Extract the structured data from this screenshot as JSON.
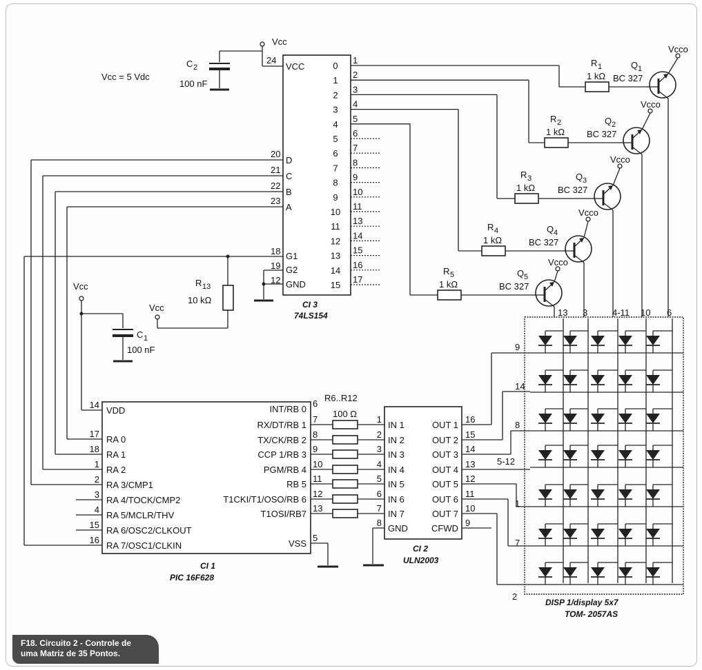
{
  "caption": {
    "line1": "F18. Circuito 2 - Controle de",
    "line2": "uma Matriz de 35 Pontos."
  },
  "power": {
    "vcc": "Vcc",
    "vcc_note": "Vcc = 5 Vdc",
    "vccq": "Vcco"
  },
  "c2": {
    "ref": "C",
    "sub": "2",
    "value": "100 nF"
  },
  "c1": {
    "ref": "C",
    "sub": "1",
    "value": "100 nF"
  },
  "r13": {
    "ref": "R",
    "sub": "13",
    "value": "10 kΩ"
  },
  "ci3": {
    "ref": "CI 3",
    "part": "74LS154",
    "vcc_pin": "24",
    "vcc_label": "VCC",
    "inputs": [
      {
        "pin": "20",
        "name": "D"
      },
      {
        "pin": "21",
        "name": "C"
      },
      {
        "pin": "22",
        "name": "B"
      },
      {
        "pin": "23",
        "name": "A"
      }
    ],
    "controls": [
      {
        "pin": "18",
        "name": "G1"
      },
      {
        "pin": "19",
        "name": "G2"
      },
      {
        "pin": "12",
        "name": "GND"
      }
    ],
    "outputs": [
      {
        "name": "0",
        "pin": "1"
      },
      {
        "name": "1",
        "pin": "2"
      },
      {
        "name": "2",
        "pin": "3"
      },
      {
        "name": "3",
        "pin": "4"
      },
      {
        "name": "4",
        "pin": "5"
      },
      {
        "name": "5",
        "pin": "6"
      },
      {
        "name": "6",
        "pin": "7"
      },
      {
        "name": "7",
        "pin": "8"
      },
      {
        "name": "8",
        "pin": "9"
      },
      {
        "name": "9",
        "pin": "10"
      },
      {
        "name": "10",
        "pin": "11"
      },
      {
        "name": "11",
        "pin": "13"
      },
      {
        "name": "12",
        "pin": "14"
      },
      {
        "name": "13",
        "pin": "15"
      },
      {
        "name": "14",
        "pin": "16"
      },
      {
        "name": "15",
        "pin": "17"
      }
    ]
  },
  "transistors": [
    {
      "r_ref": "R",
      "r_sub": "1",
      "r_val": "1 kΩ",
      "q_ref": "Q",
      "q_sub": "1",
      "part": "BC 327"
    },
    {
      "r_ref": "R",
      "r_sub": "2",
      "r_val": "1 kΩ",
      "q_ref": "Q",
      "q_sub": "2",
      "part": "BC 327"
    },
    {
      "r_ref": "R",
      "r_sub": "3",
      "r_val": "1 kΩ",
      "q_ref": "Q",
      "q_sub": "3",
      "part": "BC 327"
    },
    {
      "r_ref": "R",
      "r_sub": "4",
      "r_val": "1 kΩ",
      "q_ref": "Q",
      "q_sub": "4",
      "part": "BC 327"
    },
    {
      "r_ref": "R",
      "r_sub": "5",
      "r_val": "1 kΩ",
      "q_ref": "Q",
      "q_sub": "5",
      "part": "BC 327"
    }
  ],
  "ci1": {
    "ref": "CI 1",
    "part": "PIC 16F628",
    "left": [
      {
        "pin": "14",
        "name": "VDD"
      },
      {
        "pin": "17",
        "name": "RA 0"
      },
      {
        "pin": "18",
        "name": "RA 1"
      },
      {
        "pin": "1",
        "name": "RA 2"
      },
      {
        "pin": "2",
        "name": "RA 3/CMP1"
      },
      {
        "pin": "3",
        "name": "RA 4/TOCK/CMP2"
      },
      {
        "pin": "4",
        "name": "RA 5/MCLR/THV"
      },
      {
        "pin": "15",
        "name": "RA 6/OSC2/CLKOUT"
      },
      {
        "pin": "16",
        "name": "RA 7/OSC1/CLKIN"
      }
    ],
    "right": [
      {
        "pin": "6",
        "name": "INT/RB 0"
      },
      {
        "pin": "7",
        "name": "RX/DT/RB 1"
      },
      {
        "pin": "8",
        "name": "TX/CK/RB 2"
      },
      {
        "pin": "9",
        "name": "CCP 1/RB 3"
      },
      {
        "pin": "10",
        "name": "PGM/RB 4"
      },
      {
        "pin": "11",
        "name": "RB 5"
      },
      {
        "pin": "12",
        "name": "T1CKI/T1/OSO/RB 6"
      },
      {
        "pin": "13",
        "name": "T1OSI/RB7"
      },
      {
        "pin": "5",
        "name": "VSS"
      }
    ]
  },
  "rnet": {
    "ref": "R6..R12",
    "value": "100 Ω"
  },
  "ci2": {
    "ref": "CI 2",
    "part": "ULN2003",
    "inputs": [
      {
        "pin": "1",
        "name": "IN 1"
      },
      {
        "pin": "2",
        "name": "IN 2"
      },
      {
        "pin": "3",
        "name": "IN 3"
      },
      {
        "pin": "4",
        "name": "IN 4"
      },
      {
        "pin": "5",
        "name": "IN 5"
      },
      {
        "pin": "6",
        "name": "IN 6"
      },
      {
        "pin": "7",
        "name": "IN 7"
      },
      {
        "pin": "8",
        "name": "GND"
      }
    ],
    "outputs": [
      {
        "pin": "16",
        "name": "OUT 1"
      },
      {
        "pin": "15",
        "name": "OUT 2"
      },
      {
        "pin": "14",
        "name": "OUT 3"
      },
      {
        "pin": "13",
        "name": "OUT 4"
      },
      {
        "pin": "12",
        "name": "OUT 5"
      },
      {
        "pin": "11",
        "name": "OUT 6"
      },
      {
        "pin": "10",
        "name": "OUT 7"
      },
      {
        "pin": "9",
        "name": "CFWD"
      }
    ]
  },
  "display": {
    "name": "DISP 1/display 5x7",
    "part": "TOM- 2057AS",
    "col_pins": [
      "13",
      "3",
      "4-11",
      "10",
      "6"
    ],
    "row_pins": [
      "9",
      "14",
      "8",
      "5-12",
      "1",
      "7",
      "2"
    ]
  }
}
